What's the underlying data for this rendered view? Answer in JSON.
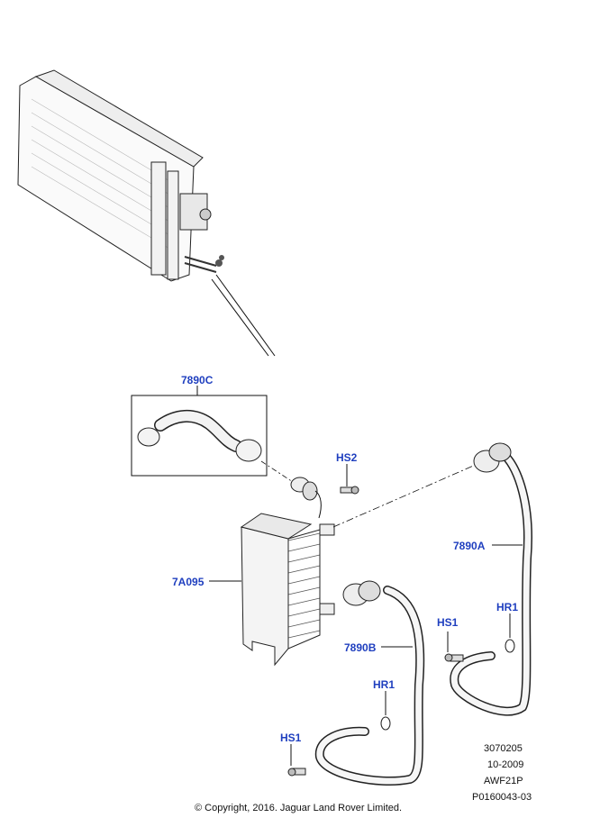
{
  "callouts": {
    "c1": "7890C",
    "c2": "HS2",
    "c3": "7890A",
    "c4": "7A095",
    "c5": "HR1",
    "c6": "HS1",
    "c7": "7890B",
    "c8": "HR1",
    "c9": "HS1"
  },
  "info": {
    "line1": "3070205",
    "line2": "10-2009",
    "line3": "AWF21P",
    "line4": "P0160043-03"
  },
  "copyright": "© Copyright, 2016. Jaguar Land Rover Limited."
}
